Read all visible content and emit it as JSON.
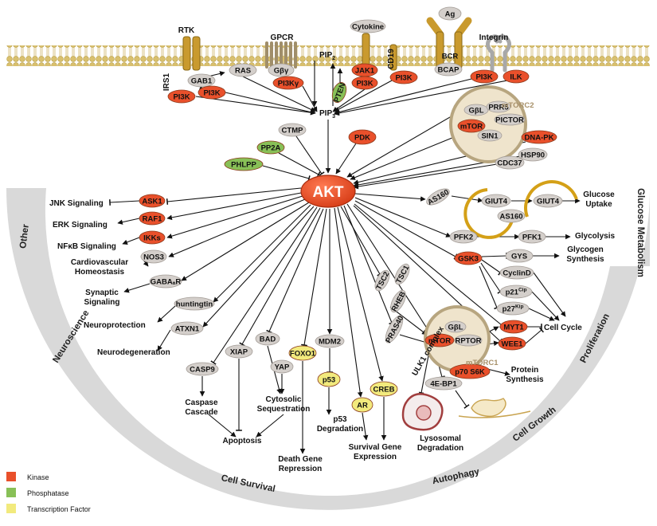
{
  "colors": {
    "kinase": "#e9502b",
    "phosphatase": "#88c057",
    "transcription_factor": "#f2ea7d",
    "other": "#d4cfcb",
    "membrane": "#d8c27a",
    "receptor": "#c99a2e",
    "band": "#d6d6d6",
    "complex": "#efe4cc"
  },
  "akt": {
    "label": "AKT"
  },
  "membrane_receptors": {
    "rtk": "RTK",
    "gpcr": "GPCR",
    "cytokine": "Cytokine",
    "ag": "Ag",
    "bcr": "BCR",
    "integrin": "Integrin",
    "cd19": "CD19",
    "irs1": "IRS1"
  },
  "nodes": [
    {
      "id": "gab1",
      "label": "GAB1",
      "type": "other"
    },
    {
      "id": "ras",
      "label": "RAS",
      "type": "other"
    },
    {
      "id": "gby",
      "label": "Gβγ",
      "type": "other"
    },
    {
      "id": "pi3k-irs",
      "label": "PI3K",
      "type": "kinase"
    },
    {
      "id": "pi3k-gab",
      "label": "PI3K",
      "type": "kinase"
    },
    {
      "id": "pi3kg",
      "label": "PI3Kγ",
      "type": "kinase"
    },
    {
      "id": "jak1",
      "label": "JAK1",
      "type": "kinase"
    },
    {
      "id": "pi3k-jak",
      "label": "PI3K",
      "type": "kinase"
    },
    {
      "id": "pi3k-bcr",
      "label": "PI3K",
      "type": "kinase"
    },
    {
      "id": "bcap",
      "label": "BCAP",
      "type": "other"
    },
    {
      "id": "pi3k-int",
      "label": "PI3K",
      "type": "kinase"
    },
    {
      "id": "ilk",
      "label": "ILK",
      "type": "kinase"
    },
    {
      "id": "pten",
      "label": "PTEN",
      "type": "phosphatase"
    },
    {
      "id": "ctmp",
      "label": "CTMP",
      "type": "other"
    },
    {
      "id": "pp2a",
      "label": "PP2A",
      "type": "phosphatase"
    },
    {
      "id": "phlpp",
      "label": "PHLPP",
      "type": "phosphatase"
    },
    {
      "id": "pdk",
      "label": "PDK",
      "type": "kinase"
    },
    {
      "id": "gbl2",
      "label": "GβL",
      "type": "other"
    },
    {
      "id": "prr5",
      "label": "PRR5",
      "type": "other"
    },
    {
      "id": "pictor",
      "label": "PICTOR",
      "type": "other"
    },
    {
      "id": "mtor2",
      "label": "mTOR",
      "type": "kinase"
    },
    {
      "id": "sin1",
      "label": "SIN1",
      "type": "other"
    },
    {
      "id": "dnapk",
      "label": "DNA-PK",
      "type": "kinase"
    },
    {
      "id": "hsp90",
      "label": "HSP90",
      "type": "other"
    },
    {
      "id": "cdc37",
      "label": "CDC37",
      "type": "other"
    },
    {
      "id": "ask1",
      "label": "ASK1",
      "type": "kinase"
    },
    {
      "id": "raf1",
      "label": "RAF1",
      "type": "kinase"
    },
    {
      "id": "ikks",
      "label": "IKKs",
      "type": "kinase"
    },
    {
      "id": "nos3",
      "label": "NOS3",
      "type": "other"
    },
    {
      "id": "gabaar",
      "label": "GABAₐR",
      "type": "other"
    },
    {
      "id": "huntingtin",
      "label": "huntingtin",
      "type": "other"
    },
    {
      "id": "atxn1",
      "label": "ATXN1",
      "type": "other"
    },
    {
      "id": "casp9",
      "label": "CASP9",
      "type": "other"
    },
    {
      "id": "xiap",
      "label": "XIAP",
      "type": "other"
    },
    {
      "id": "bad",
      "label": "BAD",
      "type": "other"
    },
    {
      "id": "yap",
      "label": "YAP",
      "type": "other"
    },
    {
      "id": "foxo1",
      "label": "FOXO1",
      "type": "transcription_factor"
    },
    {
      "id": "mdm2",
      "label": "MDM2",
      "type": "other"
    },
    {
      "id": "p53",
      "label": "p53",
      "type": "transcription_factor"
    },
    {
      "id": "ar",
      "label": "AR",
      "type": "transcription_factor"
    },
    {
      "id": "creb",
      "label": "CREB",
      "type": "transcription_factor"
    },
    {
      "id": "tsc2",
      "label": "TSC2",
      "type": "other"
    },
    {
      "id": "tsc1",
      "label": "TSC1",
      "type": "other"
    },
    {
      "id": "rheb",
      "label": "RHEB",
      "type": "other"
    },
    {
      "id": "pras40",
      "label": "PRAS40",
      "type": "other"
    },
    {
      "id": "gbl1",
      "label": "GβL",
      "type": "other"
    },
    {
      "id": "mtor1",
      "label": "mTOR",
      "type": "kinase"
    },
    {
      "id": "rptor",
      "label": "RPTOR",
      "type": "other"
    },
    {
      "id": "p70s6k",
      "label": "p70 S6K",
      "type": "kinase"
    },
    {
      "id": "ebp1",
      "label": "4E-BP1",
      "type": "other"
    },
    {
      "id": "as160a",
      "label": "AS160",
      "type": "other"
    },
    {
      "id": "glut4a",
      "label": "GlUT4",
      "type": "other"
    },
    {
      "id": "as160b",
      "label": "AS160",
      "type": "other"
    },
    {
      "id": "glut4b",
      "label": "GlUT4",
      "type": "other"
    },
    {
      "id": "pfk2",
      "label": "PFK2",
      "type": "other"
    },
    {
      "id": "pfk1",
      "label": "PFK1",
      "type": "other"
    },
    {
      "id": "gsk3",
      "label": "GSK3",
      "type": "kinase"
    },
    {
      "id": "gys",
      "label": "GYS",
      "type": "other"
    },
    {
      "id": "cyclind",
      "label": "CyclinD",
      "type": "other"
    },
    {
      "id": "p21",
      "label": "p21",
      "sup": "Cip",
      "type": "other"
    },
    {
      "id": "p27",
      "label": "p27",
      "sup": "Kip",
      "type": "other"
    },
    {
      "id": "myt1",
      "label": "MYT1",
      "type": "kinase"
    },
    {
      "id": "wee1",
      "label": "WEE1",
      "type": "kinase"
    }
  ],
  "labels": {
    "pip2": "PIP",
    "pip2_sub": "2",
    "pip3": "PIP",
    "pip3_sub": "3",
    "mtorc2": "mTORC2",
    "mtorc1": "mTORC1",
    "ulk1": "ULK1 complex",
    "jnk": "JNK Signaling",
    "erk": "ERK Signaling",
    "nfkb": "NFκB Signaling",
    "cardio1": "Cardiovascular",
    "cardio2": "Homeostasis",
    "synaptic1": "Synaptic",
    "synaptic2": "Signaling",
    "neuroprotection": "Neuroprotection",
    "neurodegeneration": "Neurodegeneration",
    "caspase1": "Caspase",
    "caspase2": "Cascade",
    "apoptosis": "Apoptosis",
    "cytosolic1": "Cytosolic",
    "cytosolic2": "Sequestration",
    "deathgene1": "Death Gene",
    "deathgene2": "Repression",
    "p53deg1": "p53",
    "p53deg2": "Degradation",
    "survival1": "Survival Gene",
    "survival2": "Expression",
    "lyso1": "Lysosomal",
    "lyso2": "Degradation",
    "protein1": "Protein",
    "protein2": "Synthesis",
    "glucose1": "Glucose",
    "glucose2": "Uptake",
    "glycolysis": "Glycolysis",
    "glycogen1": "Glycogen",
    "glycogen2": "Synthesis",
    "cellcycle": "Cell Cycle"
  },
  "categories": {
    "other": "Other",
    "neuroscience": "Neuroscience",
    "cell_survival": "Cell Survival",
    "autophagy": "Autophagy",
    "cell_growth": "Cell Growth",
    "proliferation": "Proliferation",
    "glucose_metabolism": "Glucose Metabolism"
  },
  "legend": [
    {
      "label": "Kinase",
      "type": "kinase"
    },
    {
      "label": "Phosphatase",
      "type": "phosphatase"
    },
    {
      "label": "Transcription Factor",
      "type": "transcription_factor"
    }
  ]
}
